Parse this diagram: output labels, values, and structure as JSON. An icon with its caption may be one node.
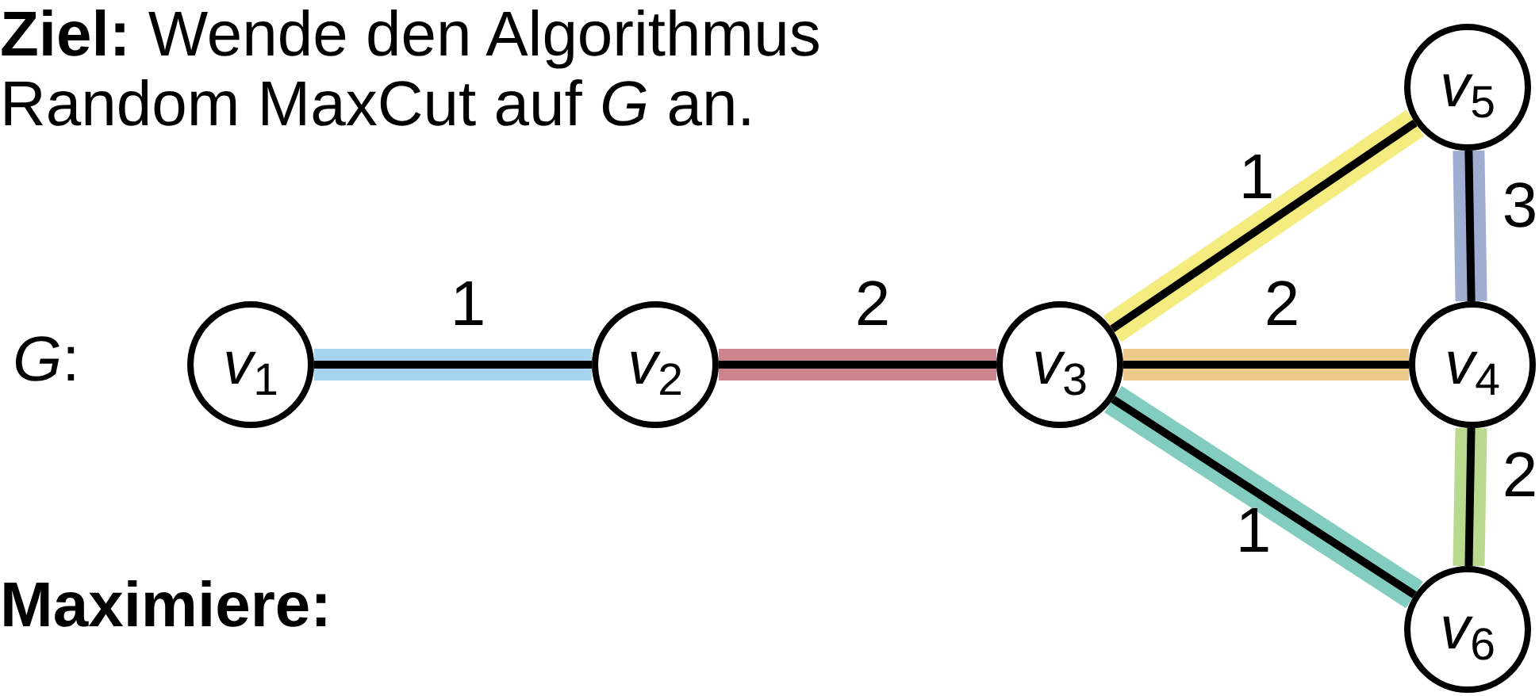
{
  "diagram": {
    "nodes": [
      {
        "text": [
          "*v*$_{1}$"
        ]
      },
      {
        "text": [
          "*v*$_{2}$"
        ]
      },
      {
        "text": [
          "*v*$_{3}$"
        ]
      },
      {
        "text": [
          "*v*$_{4}$"
        ]
      },
      {
        "text": [
          "*v*$_{5}$"
        ]
      },
      {
        "text": [
          "*v*$_{6}$"
        ]
      }
    ],
    "edges": [
      {
        "from": 0,
        "to": 1,
        "arrow": "none",
        "label": "1",
        "color": "#a6d5f0"
      },
      {
        "from": 1,
        "to": 2,
        "arrow": "none",
        "label": "2",
        "color": "#c9848c"
      },
      {
        "from": 2,
        "to": 4,
        "arrow": "none",
        "label": "1",
        "color": "#f5ec80"
      },
      {
        "from": 2,
        "to": 3,
        "arrow": "none",
        "label": "2",
        "color": "#ecc98a"
      },
      {
        "from": 2,
        "to": 5,
        "arrow": "none",
        "label": "1",
        "color": "#82cdbf"
      },
      {
        "from": 4,
        "to": 3,
        "arrow": "none",
        "label": "3",
        "color": "#9fadd0"
      },
      {
        "from": 3,
        "to": 5,
        "arrow": "none",
        "label": "2",
        "color": "#b9d98f"
      }
    ],
    "labels": [
      "**Ziel:** Wende den Algorithmus",
      "Random MaxCut auf *G* an.",
      "*G*:",
      "Maximiere:"
    ]
  }
}
